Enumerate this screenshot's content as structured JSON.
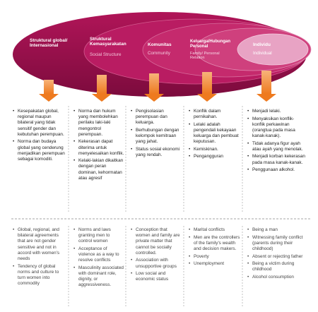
{
  "levels": [
    {
      "title": "Struktural global/ Internasional",
      "subtitle": ""
    },
    {
      "title": "Struktural Kemasyarakatan",
      "subtitle": "Social Structure"
    },
    {
      "title": "Komunitas",
      "subtitle": "Community"
    },
    {
      "title": "Keluarga/Hubungan Personal",
      "subtitle": "Family/ Personal Relation"
    },
    {
      "title": "Individu",
      "subtitle": "Individual"
    }
  ],
  "columns_id": [
    [
      "Kesepakatan global, regional maupun bilateral yang tidak sensitif gender dan kebutuhan perempuan.",
      "Norma dan budaya global yang cenderung menjadikan perempuan sebagai komoditi."
    ],
    [
      "Norma dan hukum yang membolehkan perilaku laki-laki mengontrol perempuan.",
      "Kekerasan dapat diterima untuk menyelesaikan konflik.",
      "Kelaki-lakian dikaitkan dengan peran dominan, kehormatan atau agresif"
    ],
    [
      "Pengisolasian perempuan dan keluarga.",
      "Berhubungan dengan kelompok kemitraan yang jahat.",
      "Status sosial ekonomi yang rendah."
    ],
    [
      "Konflik dalam pernikahan.",
      "Lelaki adalah pengendali kekayaan keluarga dan pembuat keputusan.",
      "Kemiskinan.",
      "Pengangguran"
    ],
    [
      "Menjadi lelaki.",
      "Menyaksikan konflik-konflik perkawinan (orangtua pada masa kanak-kanak).",
      "Tidak adanya figur ayah atau ayah yang menolak.",
      "Menjadi korban kekerasan pada masa kanak-kanak.",
      "Penggunaan alkohol."
    ]
  ],
  "columns_en": [
    [
      "Global, regional, and bilateral agreements that are not gender sensitive and not in accord with women's needs",
      "Tendency of global norms and culture to turn women into commodity"
    ],
    [
      "Norms and laws granting men to control women",
      "Acceptance of violence as a way to resolve conflicts",
      "Masculinity associated with dominant role, dignity, or aggressiveness."
    ],
    [
      "Conception that women and family are private matter that cannot be socially controlled.",
      "Association with unsupportive groups",
      "Low social and economic status"
    ],
    [
      "Marital conflicts",
      "Men are the controllers of the family's wealth and decision makers.",
      "Poverty",
      "Unemployment"
    ],
    [
      "Being a man",
      "Witnessing family conflict (parents during their childhood)",
      "Absent or rejecting father",
      "Being a victim during childhood",
      "Alcohol consumption"
    ]
  ],
  "colors": {
    "outer_ellipse": "#a8104f",
    "inner_ellipses": "#c22d6c",
    "individual_ellipse": "#e8a3c4",
    "arrow": "#f08a28",
    "divider": "#888888"
  }
}
